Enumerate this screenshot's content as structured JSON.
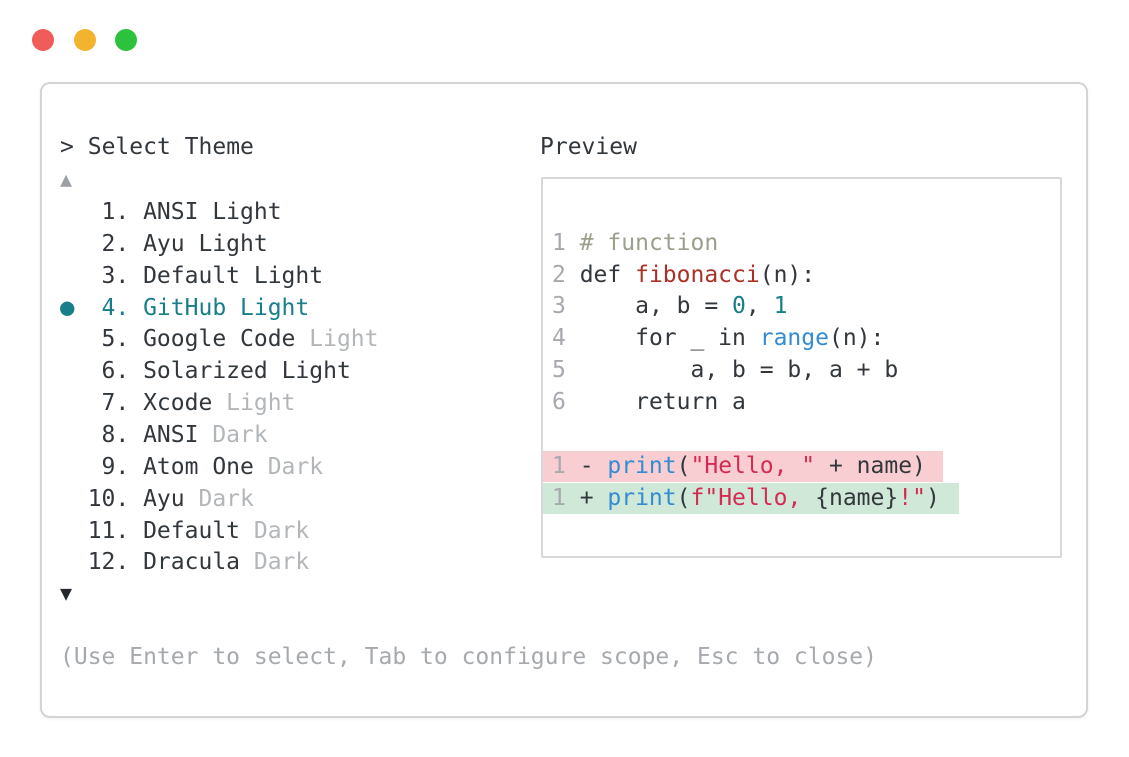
{
  "window": {
    "traffic_lights": [
      {
        "name": "close",
        "color": "#f05c57"
      },
      {
        "name": "minimize",
        "color": "#f2b42e"
      },
      {
        "name": "zoom",
        "color": "#2cc23e"
      }
    ]
  },
  "colors": {
    "accent_teal": "#177e8a",
    "text": "#32373c",
    "dim": "#b3b6b9",
    "hint_gray": "#a6a9ad",
    "comment": "#9aa08c",
    "function_red": "#ab3026",
    "builtin_blue": "#338bd3",
    "string_crimson": "#d62a52",
    "diff_removed_bg": "#f8ced3",
    "diff_added_bg": "#cfe8d8"
  },
  "theme_picker": {
    "prompt": ">",
    "title": "Select Theme",
    "scroll_up_icon": "▲",
    "scroll_down_icon": "▼",
    "selected_bullet": "●",
    "items": [
      {
        "number": 1,
        "name": "ANSI",
        "variant": "Light",
        "variant_dim": false,
        "selected": false
      },
      {
        "number": 2,
        "name": "Ayu",
        "variant": "Light",
        "variant_dim": false,
        "selected": false
      },
      {
        "number": 3,
        "name": "Default",
        "variant": "Light",
        "variant_dim": false,
        "selected": false
      },
      {
        "number": 4,
        "name": "GitHub",
        "variant": "Light",
        "variant_dim": false,
        "selected": true
      },
      {
        "number": 5,
        "name": "Google Code",
        "variant": "Light",
        "variant_dim": true,
        "selected": false
      },
      {
        "number": 6,
        "name": "Solarized",
        "variant": "Light",
        "variant_dim": false,
        "selected": false
      },
      {
        "number": 7,
        "name": "Xcode",
        "variant": "Light",
        "variant_dim": true,
        "selected": false
      },
      {
        "number": 8,
        "name": "ANSI",
        "variant": "Dark",
        "variant_dim": true,
        "selected": false
      },
      {
        "number": 9,
        "name": "Atom One",
        "variant": "Dark",
        "variant_dim": true,
        "selected": false
      },
      {
        "number": 10,
        "name": "Ayu",
        "variant": "Dark",
        "variant_dim": true,
        "selected": false
      },
      {
        "number": 11,
        "name": "Default",
        "variant": "Dark",
        "variant_dim": true,
        "selected": false
      },
      {
        "number": 12,
        "name": "Dracula",
        "variant": "Dark",
        "variant_dim": true,
        "selected": false
      }
    ],
    "hint": "(Use Enter to select, Tab to configure scope, Esc to close)"
  },
  "preview": {
    "label": "Preview",
    "code_lines": [
      {
        "num": "1",
        "tokens": [
          {
            "t": "# function",
            "c": "comment"
          }
        ]
      },
      {
        "num": "2",
        "tokens": [
          {
            "t": "def ",
            "c": "text"
          },
          {
            "t": "fibonacci",
            "c": "func"
          },
          {
            "t": "(n):",
            "c": "text"
          }
        ]
      },
      {
        "num": "3",
        "tokens": [
          {
            "t": "    a, b = ",
            "c": "text"
          },
          {
            "t": "0",
            "c": "number"
          },
          {
            "t": ", ",
            "c": "text"
          },
          {
            "t": "1",
            "c": "number"
          }
        ]
      },
      {
        "num": "4",
        "tokens": [
          {
            "t": "    for _ in ",
            "c": "text"
          },
          {
            "t": "range",
            "c": "builtin"
          },
          {
            "t": "(n):",
            "c": "text"
          }
        ]
      },
      {
        "num": "5",
        "tokens": [
          {
            "t": "        a, b = b, a + b",
            "c": "text"
          }
        ]
      },
      {
        "num": "6",
        "tokens": [
          {
            "t": "    return a",
            "c": "text"
          }
        ]
      }
    ],
    "diff_lines": [
      {
        "num": "1",
        "sign": "-",
        "bg": "removed",
        "tokens": [
          {
            "t": "print",
            "c": "builtin"
          },
          {
            "t": "(",
            "c": "text"
          },
          {
            "t": "\"Hello, \"",
            "c": "string"
          },
          {
            "t": " + name)",
            "c": "text"
          }
        ]
      },
      {
        "num": "1",
        "sign": "+",
        "bg": "added",
        "tokens": [
          {
            "t": "print",
            "c": "builtin"
          },
          {
            "t": "(",
            "c": "text"
          },
          {
            "t": "f",
            "c": "string"
          },
          {
            "t": "\"Hello, ",
            "c": "string"
          },
          {
            "t": "{name}",
            "c": "text"
          },
          {
            "t": "!\"",
            "c": "string"
          },
          {
            "t": ")",
            "c": "text"
          }
        ]
      }
    ]
  }
}
